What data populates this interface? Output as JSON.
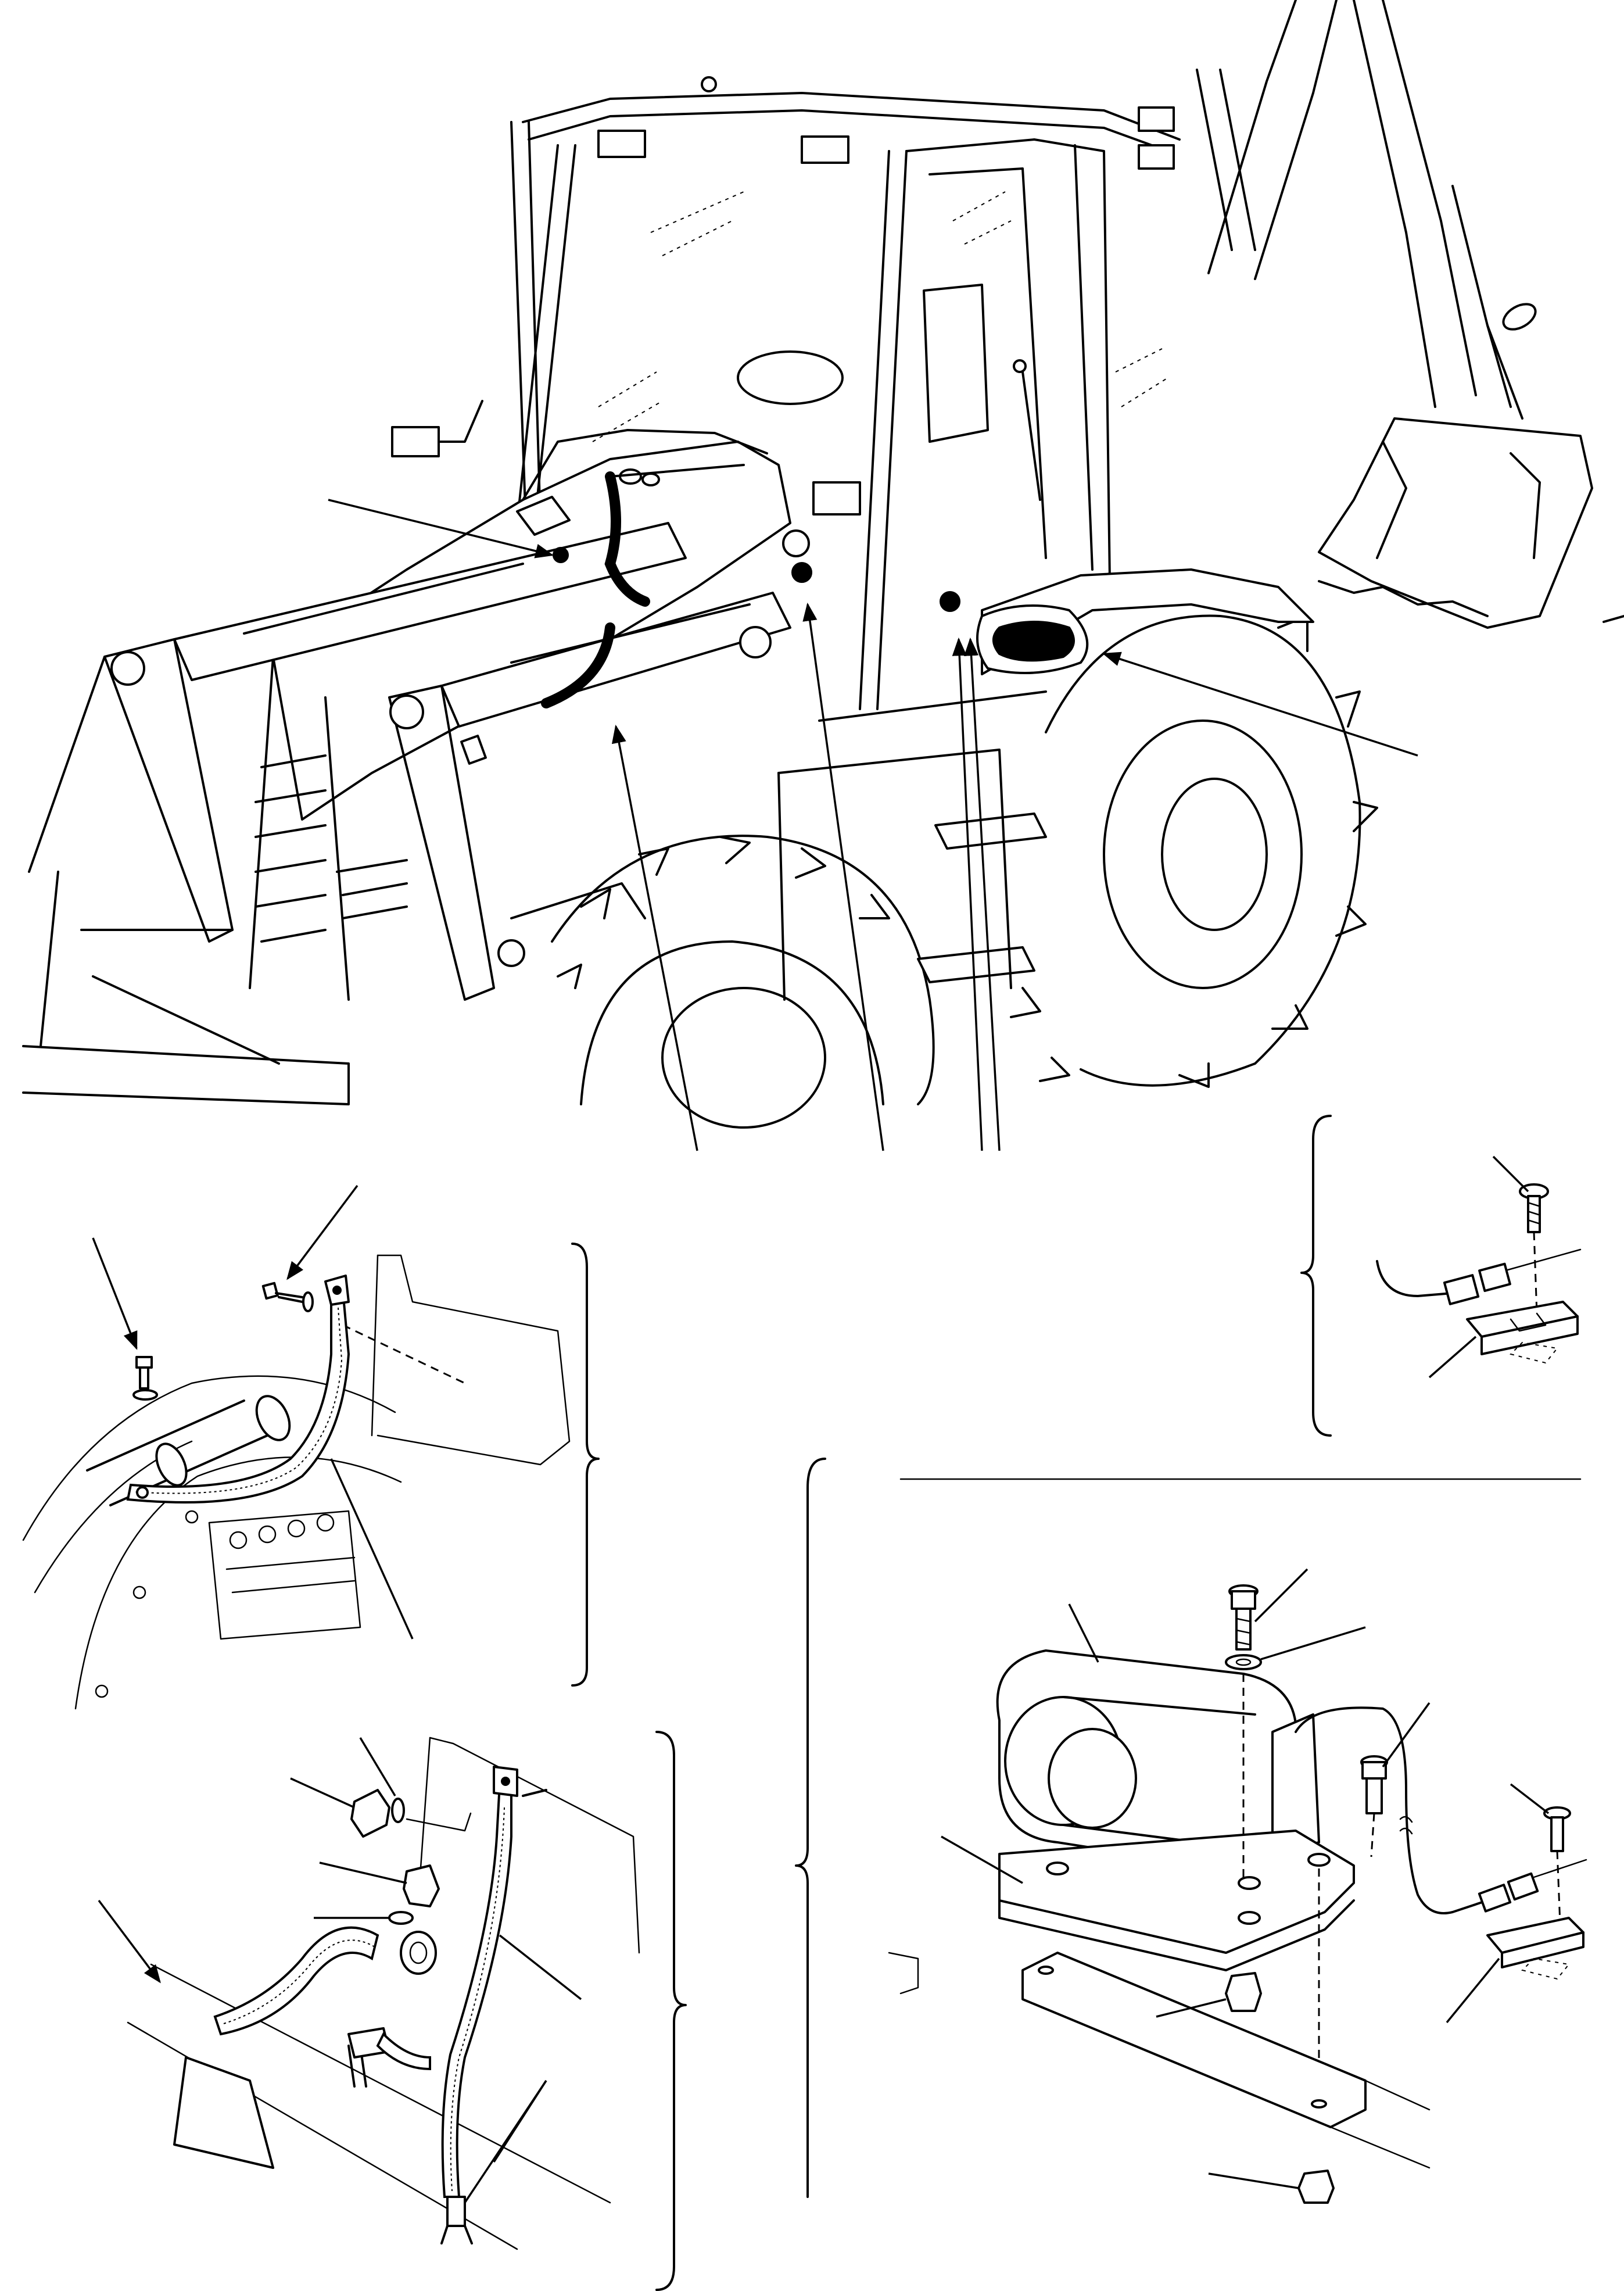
{
  "figure": {
    "kind": "exploded parts illustration",
    "colors": {
      "line": "#000000",
      "background": "#ffffff"
    },
    "views": [
      {
        "name": "backhoe-loader-overview"
      },
      {
        "name": "engine-earth-strap-detail"
      },
      {
        "name": "frame-earth-strap-detail"
      },
      {
        "name": "horn-mounting-detail"
      },
      {
        "name": "horn-connector-detail"
      }
    ]
  }
}
